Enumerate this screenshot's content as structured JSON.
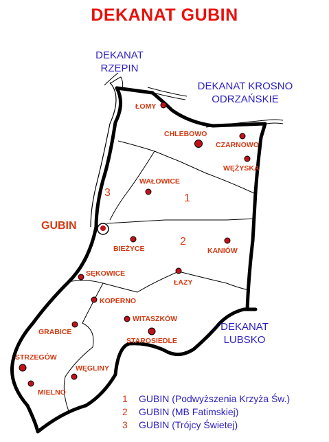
{
  "title": "DEKANAT GUBIN",
  "neighbors": {
    "rzepin": [
      "DEKANAT",
      "RZEPIN"
    ],
    "krosno": [
      "DEKANAT KROSNO",
      "ODRZAŃSKIE"
    ],
    "lubsko": [
      "DEKANAT",
      "LUBSKO"
    ]
  },
  "city": "GUBIN",
  "zones": [
    "1",
    "2",
    "3"
  ],
  "places": {
    "lomy": "ŁOMY",
    "chlebowo": "CHLEBOWO",
    "czarnowo": "CZARNOWO",
    "wezyska": "WĘŻYSKA",
    "walowice": "WAŁOWICE",
    "biezyce": "BIEŻYCE",
    "kaniow": "KANIÓW",
    "sekowice": "SĘKOWICE",
    "lazy": "ŁAZY",
    "koperno": "KOPERNO",
    "witaszkow": "WITASZKÓW",
    "starosiedle": "STAROSIEDLE",
    "grabice": "GRABICE",
    "strzegow": "STRZEGÓW",
    "wegliny": "WĘGLINY",
    "mielno": "MIELNO"
  },
  "legend": [
    {
      "num": "1",
      "text": "GUBIN (Podwyższenia Krzyża Św.)"
    },
    {
      "num": "2",
      "text": "GUBIN (MB Fatimskiej)"
    },
    {
      "num": "3",
      "text": "GUBIN (Trójcy Świetej)"
    }
  ],
  "colors": {
    "title": "#e8110c",
    "labels": "#d43a12",
    "neighbors": "#2b1fbf",
    "border": "#000000",
    "marker": "#c0121a"
  }
}
